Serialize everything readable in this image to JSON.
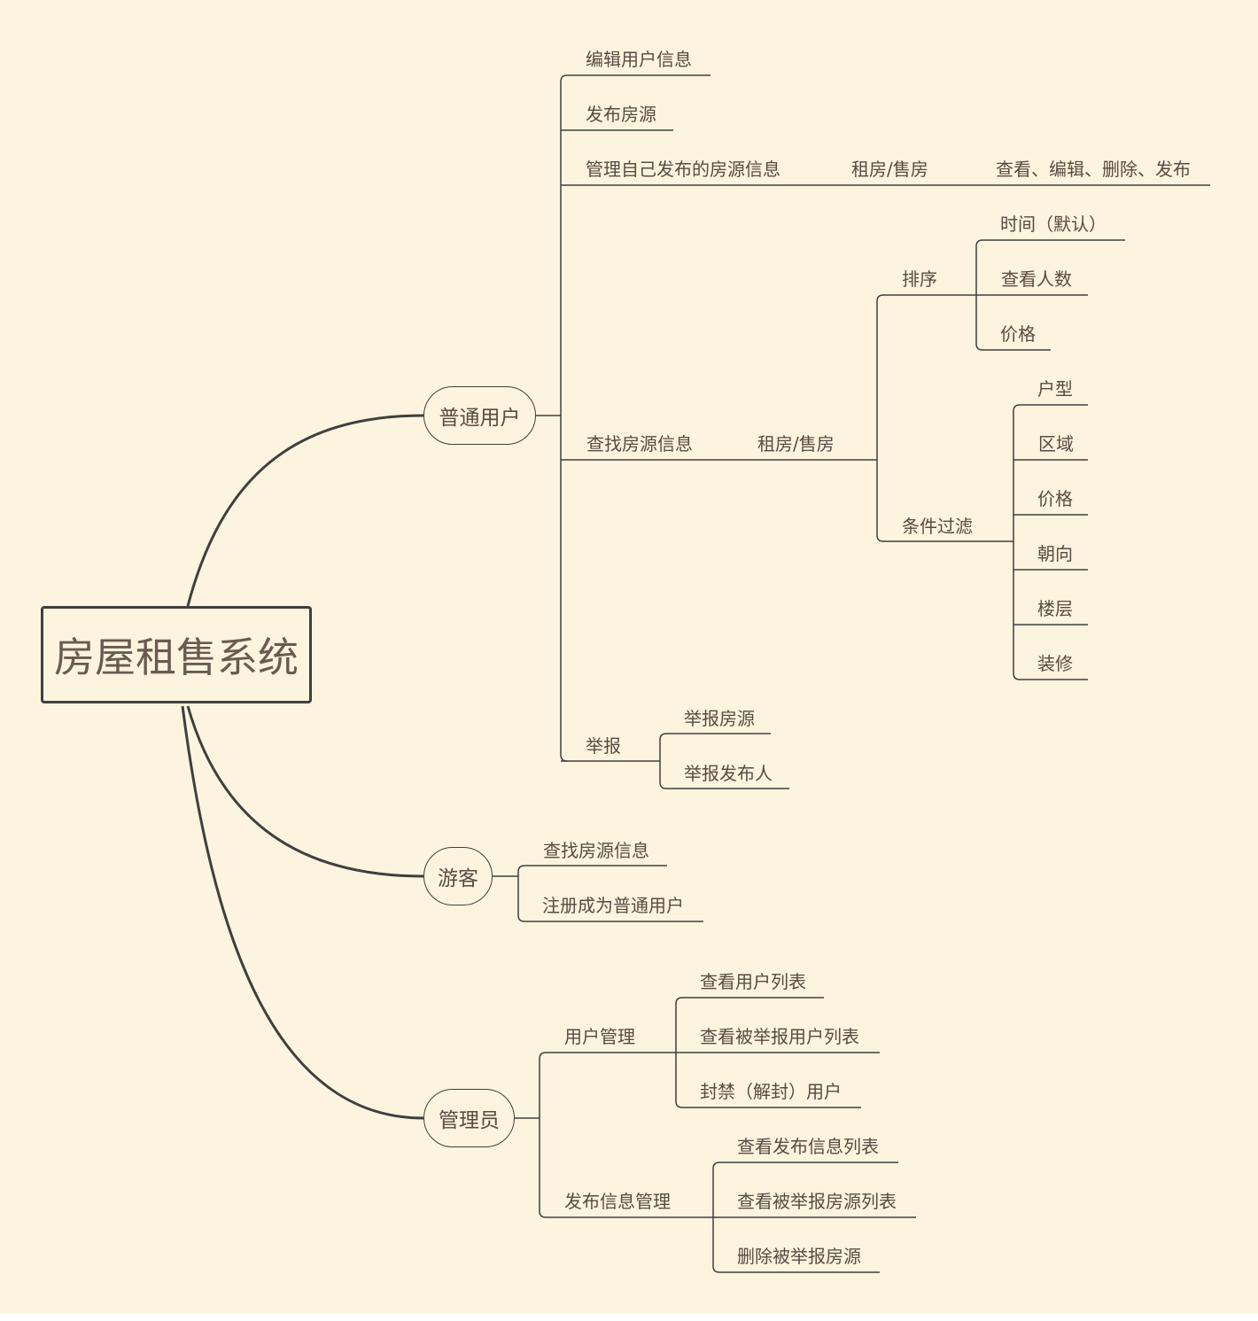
{
  "root": "房屋租售系统",
  "regular_user": {
    "label": "普通用户",
    "edit_info": "编辑用户信息",
    "publish": "发布房源",
    "manage_own": "管理自己发布的房源信息",
    "manage_rent_sell": "租房/售房",
    "manage_actions": "查看、编辑、删除、发布",
    "search": "查找房源信息",
    "search_rent_sell": "租房/售房",
    "sort": {
      "label": "排序",
      "items": [
        "时间（默认）",
        "查看人数",
        "价格"
      ]
    },
    "filter": {
      "label": "条件过滤",
      "items": [
        "户型",
        "区域",
        "价格",
        "朝向",
        "楼层",
        "装修"
      ]
    },
    "report": {
      "label": "举报",
      "items": [
        "举报房源",
        "举报发布人"
      ]
    }
  },
  "guest": {
    "label": "游客",
    "items": [
      "查找房源信息",
      "注册成为普通用户"
    ]
  },
  "admin": {
    "label": "管理员",
    "user_mgmt": {
      "label": "用户管理",
      "items": [
        "查看用户列表",
        "查看被举报用户列表",
        "封禁（解封）用户"
      ]
    },
    "post_mgmt": {
      "label": "发布信息管理",
      "items": [
        "查看发布信息列表",
        "查看被举报房源列表",
        "删除被举报房源"
      ]
    }
  }
}
